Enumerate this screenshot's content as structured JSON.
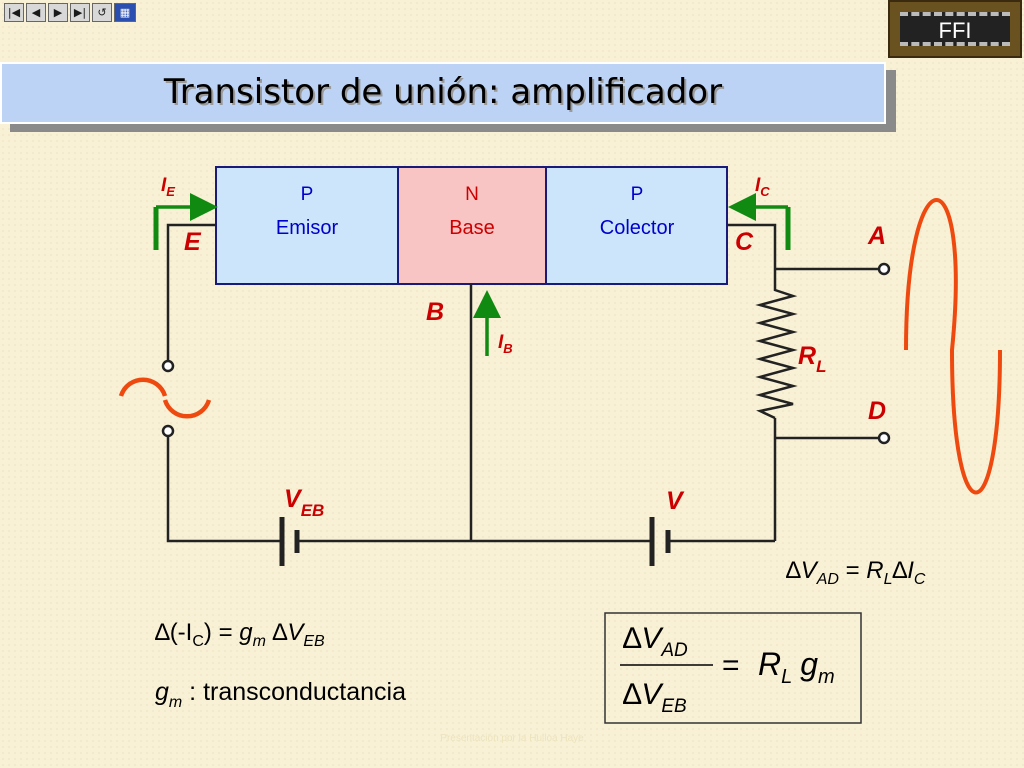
{
  "nav": {
    "first": "|◀",
    "prev": "◀",
    "next": "▶",
    "last": "▶|",
    "back": "↺",
    "calc": "▦"
  },
  "badge": "FFI",
  "title": "Transistor de unión: amplificador",
  "transistor": {
    "emitter": {
      "type": "P",
      "name": "Emisor"
    },
    "base": {
      "type": "N",
      "name": "Base"
    },
    "collector": {
      "type": "P",
      "name": "Colector"
    }
  },
  "labels": {
    "ie_main": "I",
    "ie_sub": "E",
    "ic_main": "I",
    "ic_sub": "C",
    "ib_main": "I",
    "ib_sub": "B",
    "e": "E",
    "c": "C",
    "b": "B",
    "a": "A",
    "d": "D",
    "rl_main": "R",
    "rl_sub": "L",
    "veb_main": "V",
    "veb_sub": "EB",
    "v": "V"
  },
  "formulas": {
    "vad": {
      "delta": "∆",
      "v": "V",
      "v_sub": "AD",
      "eq": " = ",
      "r": "R",
      "r_sub": "L",
      "delta2": "∆",
      "i": "I",
      "i_sub": "C"
    },
    "ic_gm": {
      "delta": "∆",
      "paren": "(-I",
      "i_sub": "C",
      "close": ")",
      "eq": " = ",
      "g": "g",
      "g_sub": "m",
      "delta2": " ∆",
      "v": "V",
      "v_sub": "EB"
    },
    "gm_def": {
      "g": "g",
      "g_sub": "m",
      "text": " : transconductancia"
    },
    "box": {
      "num_delta": "∆",
      "num_v": "V",
      "num_sub": "AD",
      "den_delta": "∆",
      "den_v": "V",
      "den_sub": "EB",
      "eq": "=",
      "r": "R",
      "r_sub": "L",
      "g": "g",
      "g_sub": "m"
    }
  },
  "watermark": "Presentación por la Hulloa Haye",
  "colors": {
    "title_bg": "#bcd3f6",
    "emitter_fill": "#cde5fb",
    "base_fill": "#f9c4c4",
    "arrow_green": "#108a10",
    "label_blue": "#0000cc",
    "label_red": "#cc0000",
    "signal_orange": "#ee4a10",
    "wire": "#222222"
  }
}
